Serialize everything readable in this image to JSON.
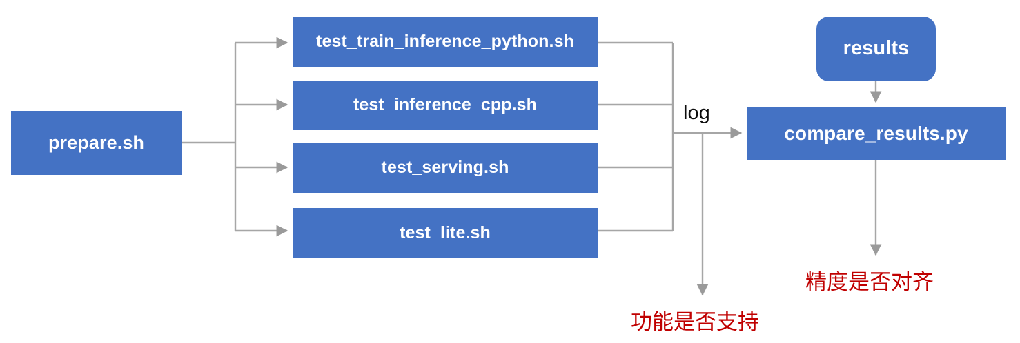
{
  "diagram": {
    "title": "PaddlePaddle TIPC test pipeline flowchart",
    "colors": {
      "node_fill": "#4472C4",
      "node_text": "#FFFFFF",
      "connector": "#A6A6A6",
      "note_red": "#C00000",
      "background": "#FFFFFF"
    },
    "nodes": {
      "prepare": {
        "label": "prepare.sh",
        "shape": "rect"
      },
      "train_python": {
        "label": "test_train_inference_python.sh",
        "shape": "rect"
      },
      "inference_cpp": {
        "label": "test_inference_cpp.sh",
        "shape": "rect"
      },
      "serving": {
        "label": "test_serving.sh",
        "shape": "rect"
      },
      "lite": {
        "label": "test_lite.sh",
        "shape": "rect"
      },
      "results": {
        "label": "results",
        "shape": "rounded-rect"
      },
      "compare": {
        "label": "compare_results.py",
        "shape": "rect"
      }
    },
    "edge_labels": {
      "log": "log"
    },
    "notes": {
      "feature_supported": "功能是否支持",
      "precision_aligned": "精度是否对齐"
    }
  }
}
